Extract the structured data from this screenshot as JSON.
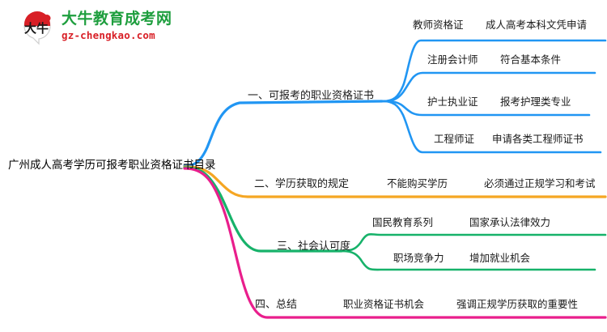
{
  "brand": {
    "mark_text": "大牛",
    "name_cn": "大牛教育成考网",
    "name_en": "gz-chengkao.com",
    "green": "#1e9e3e",
    "red": "#d81f26"
  },
  "mindmap": {
    "root": {
      "label": "广州成人高考学历可报考职业资格证书目录"
    },
    "colors": {
      "branch1": "#2196f3",
      "branch2": "#f5a623",
      "branch3": "#17b26a",
      "branch4": "#e91e8c"
    },
    "branches": [
      {
        "id": "branch1",
        "label": "一、可报考的职业资格证书",
        "color": "#2196f3",
        "children": [
          {
            "label": "教师资格证",
            "children": [
              {
                "label": "成人高考本科文凭申请"
              }
            ]
          },
          {
            "label": "注册会计师",
            "children": [
              {
                "label": "符合基本条件"
              }
            ]
          },
          {
            "label": "护士执业证",
            "children": [
              {
                "label": "报考护理类专业"
              }
            ]
          },
          {
            "label": "工程师证",
            "children": [
              {
                "label": "申请各类工程师证书"
              }
            ]
          }
        ]
      },
      {
        "id": "branch2",
        "label": "二、学历获取的规定",
        "color": "#f5a623",
        "children": [
          {
            "label": "不能购买学历",
            "children": [
              {
                "label": "必须通过正规学习和考试"
              }
            ]
          }
        ]
      },
      {
        "id": "branch3",
        "label": "三、社会认可度",
        "color": "#17b26a",
        "children": [
          {
            "label": "国民教育系列",
            "children": [
              {
                "label": "国家承认法律效力"
              }
            ]
          },
          {
            "label": "职场竞争力",
            "children": [
              {
                "label": "增加就业机会"
              }
            ]
          }
        ]
      },
      {
        "id": "branch4",
        "label": "四、总结",
        "color": "#e91e8c",
        "children": [
          {
            "label": "职业资格证书机会",
            "children": [
              {
                "label": "强调正规学历获取的重要性"
              }
            ]
          }
        ]
      }
    ]
  }
}
